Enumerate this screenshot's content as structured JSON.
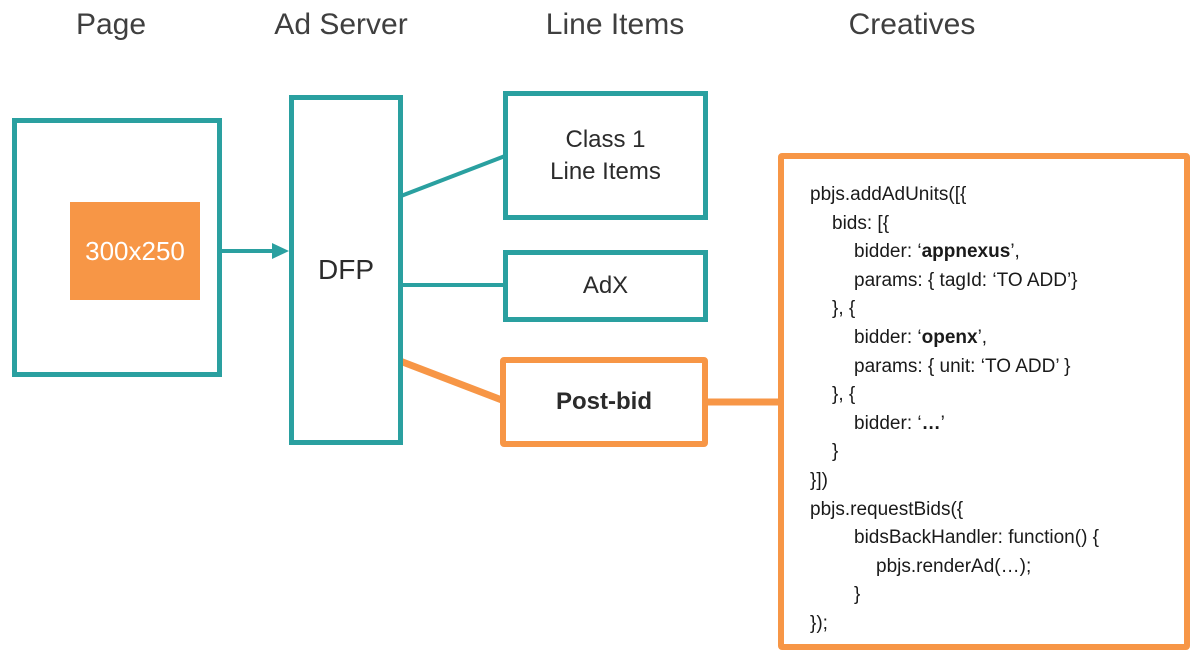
{
  "headers": [
    {
      "label": "Page"
    },
    {
      "label": "Ad Server"
    },
    {
      "label": "Line Items"
    },
    {
      "label": "Creatives"
    }
  ],
  "page": {
    "ad_slot_label": "300x250"
  },
  "ad_server": {
    "dfp_label": "DFP"
  },
  "line_items": {
    "class1_label": "Class 1\nLine Items",
    "adx_label": "AdX",
    "postbid_label": "Post-bid"
  },
  "creatives": {
    "code_lines": [
      {
        "indent": 0,
        "segments": [
          {
            "t": "pbjs.addAdUnits([{"
          }
        ]
      },
      {
        "indent": 1,
        "segments": [
          {
            "t": "bids: [{"
          }
        ]
      },
      {
        "indent": 2,
        "segments": [
          {
            "t": "bidder: ‘"
          },
          {
            "t": "appnexus",
            "b": true
          },
          {
            "t": "’,"
          }
        ]
      },
      {
        "indent": 2,
        "segments": [
          {
            "t": "params: { tagId: ‘TO ADD’}"
          }
        ]
      },
      {
        "indent": 1,
        "segments": [
          {
            "t": "}, {"
          }
        ]
      },
      {
        "indent": 2,
        "segments": [
          {
            "t": "bidder: ‘"
          },
          {
            "t": "openx",
            "b": true
          },
          {
            "t": "’,"
          }
        ]
      },
      {
        "indent": 2,
        "segments": [
          {
            "t": "params: { unit: ‘TO ADD’ }"
          }
        ]
      },
      {
        "indent": 1,
        "segments": [
          {
            "t": "}, {"
          }
        ]
      },
      {
        "indent": 2,
        "segments": [
          {
            "t": "bidder: ‘"
          },
          {
            "t": "…",
            "b": true
          },
          {
            "t": "’"
          }
        ]
      },
      {
        "indent": 1,
        "segments": [
          {
            "t": "}"
          }
        ]
      },
      {
        "indent": 0,
        "segments": [
          {
            "t": "}])"
          }
        ]
      },
      {
        "indent": 0,
        "segments": [
          {
            "t": "pbjs.requestBids({"
          }
        ]
      },
      {
        "indent": 2,
        "segments": [
          {
            "t": "bidsBackHandler: function() {"
          }
        ]
      },
      {
        "indent": 3,
        "segments": [
          {
            "t": "pbjs.renderAd(…);"
          }
        ]
      },
      {
        "indent": 2,
        "segments": [
          {
            "t": "}"
          }
        ]
      },
      {
        "indent": 0,
        "segments": [
          {
            "t": "});"
          }
        ]
      }
    ]
  },
  "colors": {
    "teal": "#2AA0A0",
    "orange": "#F79646",
    "text": "#3F3F3F",
    "code_text": "#1A1A1A",
    "white": "#FFFFFF"
  }
}
